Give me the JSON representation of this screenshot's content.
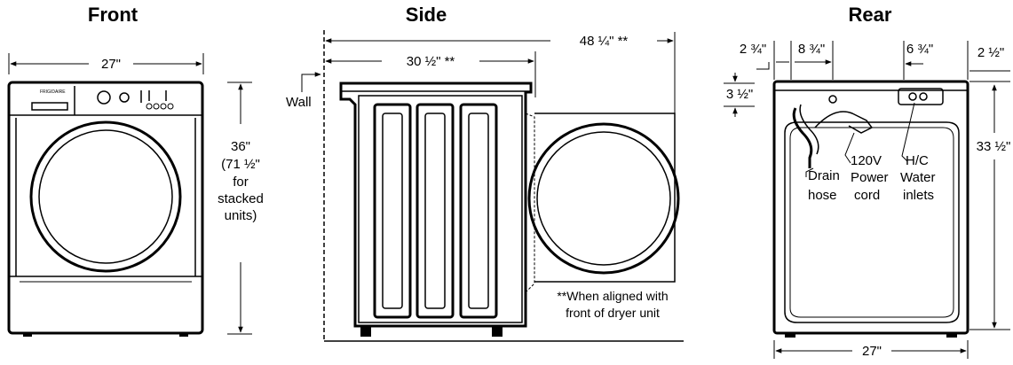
{
  "views": {
    "front": {
      "title": "Front",
      "width": "27\"",
      "height_lines": [
        "36\"",
        "(71 ½\"",
        "for",
        "stacked",
        "units)"
      ],
      "brand": "FRIGIDAIRE"
    },
    "side": {
      "title": "Side",
      "total_depth": "48 ¼\" **",
      "depth": "30 ½\" **",
      "wall_label": "Wall",
      "note_lines": [
        "**When aligned with",
        "front of dryer unit"
      ]
    },
    "rear": {
      "title": "Rear",
      "dim_left": "2 ¾\"",
      "dim_drain": "8 ¾\"",
      "dim_inlet": "6 ¾\"",
      "dim_right": "2 ½\"",
      "dim_top": "3 ½\"",
      "height": "33 ½\"",
      "width": "27\"",
      "labels": {
        "drain": [
          "Drain",
          "hose"
        ],
        "power": [
          "120V",
          "Power",
          "cord"
        ],
        "water": [
          "H/C",
          "Water",
          "inlets"
        ]
      }
    }
  }
}
